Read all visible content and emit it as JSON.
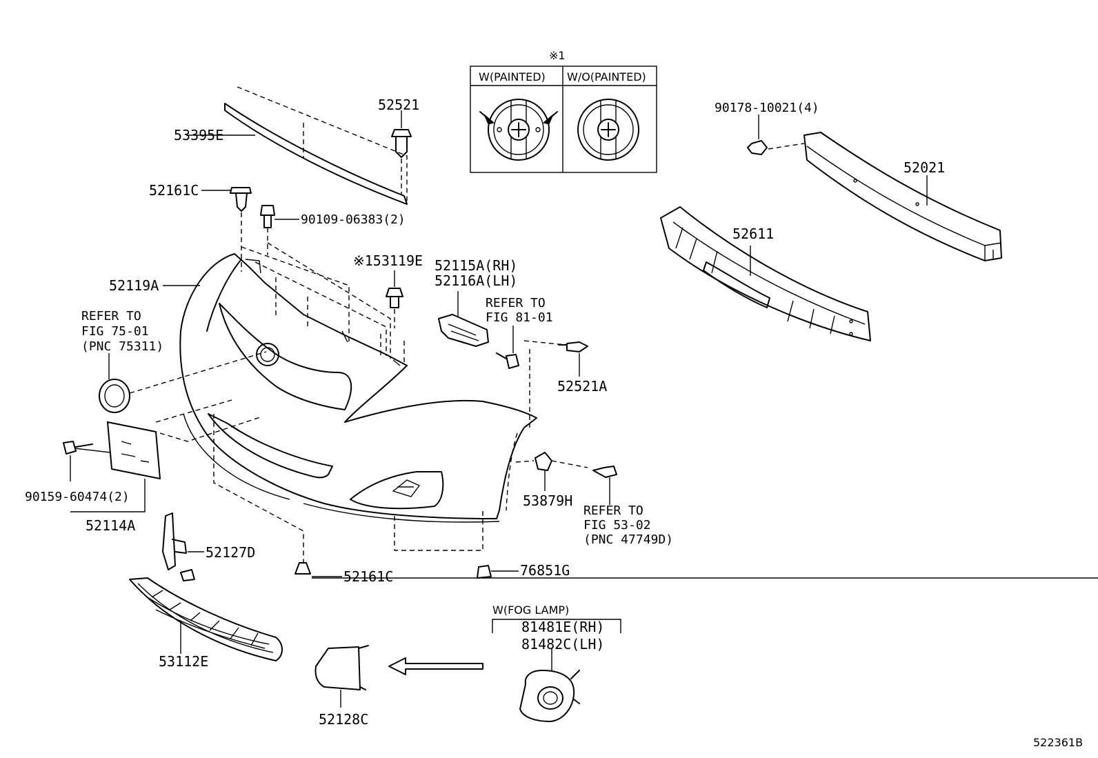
{
  "labels": {
    "p53395E": "53395E",
    "p52521": "52521",
    "p52161C_top": "52161C",
    "p90109": "90109-06383(2)",
    "p52119A": "52119A",
    "p53119E": "※153119E",
    "p52115A": "52115A(RH)",
    "p52116A": "52116A(LH)",
    "p52521A": "52521A",
    "p90178": "90178-10021(4)",
    "p52021": "52021",
    "p52611": "52611",
    "p90159": "90159-60474(2)",
    "p52114A": "52114A",
    "p53879H": "53879H",
    "p52127D": "52127D",
    "p52161C_bottom": "52161C",
    "p76851G": "76851G",
    "p53112E": "53112E",
    "p52128C": "52128C",
    "p81481E": "81481E(RH)",
    "p81482C": "81482C(LH)"
  },
  "refs": {
    "ref75_l1": "REFER TO",
    "ref75_l2": "FIG 75-01",
    "ref75_l3": "(PNC 75311)",
    "ref81_l1": "REFER TO",
    "ref81_l2": "FIG 81-01",
    "ref53_l1": "REFER TO",
    "ref53_l2": "FIG 53-02",
    "ref53_l3": "(PNC 47749D)"
  },
  "inset": {
    "mark": "※1",
    "col_painted": "W(PAINTED)",
    "col_unpainted": "W/O(PAINTED)"
  },
  "fog_group": "W(FOG LAMP)",
  "figure_code": "522361B"
}
